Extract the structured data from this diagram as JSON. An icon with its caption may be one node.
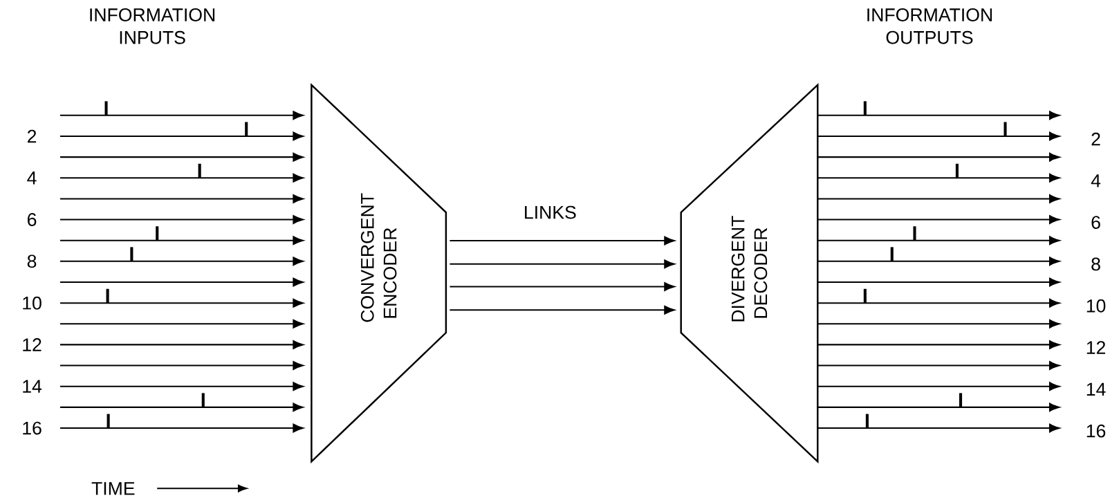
{
  "diagram": {
    "nodes": [
      {
        "text": [
          "CONVERGENT ENCODER"
        ]
      },
      {
        "text": [
          "DIVERGENT DECODER"
        ]
      }
    ],
    "edges": [
      {
        "from": null,
        "to": 0,
        "arrow": "to"
      },
      {
        "from": null,
        "to": 0,
        "arrow": "to"
      },
      {
        "from": null,
        "to": 0,
        "arrow": "to"
      },
      {
        "from": null,
        "to": 0,
        "arrow": "to"
      },
      {
        "from": null,
        "to": 0,
        "arrow": "to"
      },
      {
        "from": null,
        "to": 0,
        "arrow": "to"
      },
      {
        "from": null,
        "to": 0,
        "arrow": "to"
      },
      {
        "from": null,
        "to": 0,
        "arrow": "to"
      },
      {
        "from": null,
        "to": 0,
        "arrow": "to"
      },
      {
        "from": null,
        "to": 0,
        "arrow": "to"
      },
      {
        "from": null,
        "to": 0,
        "arrow": "to"
      },
      {
        "from": null,
        "to": 0,
        "arrow": "to"
      },
      {
        "from": null,
        "to": 0,
        "arrow": "to"
      },
      {
        "from": null,
        "to": 0,
        "arrow": "to"
      },
      {
        "from": null,
        "to": 0,
        "arrow": "to"
      },
      {
        "from": null,
        "to": 0,
        "arrow": "to"
      },
      {
        "from": 0,
        "to": 1,
        "arrow": "to"
      },
      {
        "from": 0,
        "to": 1,
        "arrow": "to"
      },
      {
        "from": 0,
        "to": 1,
        "arrow": "to"
      },
      {
        "from": 0,
        "to": 1,
        "arrow": "to"
      },
      {
        "from": 1,
        "to": null,
        "arrow": "to"
      },
      {
        "from": 1,
        "to": null,
        "arrow": "to"
      },
      {
        "from": 1,
        "to": null,
        "arrow": "to"
      },
      {
        "from": 1,
        "to": null,
        "arrow": "to"
      },
      {
        "from": 1,
        "to": null,
        "arrow": "to"
      },
      {
        "from": 1,
        "to": null,
        "arrow": "to"
      },
      {
        "from": 1,
        "to": null,
        "arrow": "to"
      },
      {
        "from": 1,
        "to": null,
        "arrow": "to"
      },
      {
        "from": 1,
        "to": null,
        "arrow": "to"
      },
      {
        "from": 1,
        "to": null,
        "arrow": "to"
      },
      {
        "from": 1,
        "to": null,
        "arrow": "to"
      },
      {
        "from": 1,
        "to": null,
        "arrow": "to"
      },
      {
        "from": 1,
        "to": null,
        "arrow": "to"
      },
      {
        "from": 1,
        "to": null,
        "arrow": "to"
      },
      {
        "from": 1,
        "to": null,
        "arrow": "to"
      },
      {
        "from": 1,
        "to": null,
        "arrow": "to"
      }
    ],
    "labels": [
      "INFORMATION INPUTS",
      "INFORMATION OUTPUTS",
      "2",
      "4",
      "6",
      "8",
      "10",
      "12",
      "14",
      "16",
      "LINKS",
      "2",
      "4",
      "6",
      "8",
      "10",
      "12",
      "14",
      "16",
      "TIME"
    ]
  }
}
